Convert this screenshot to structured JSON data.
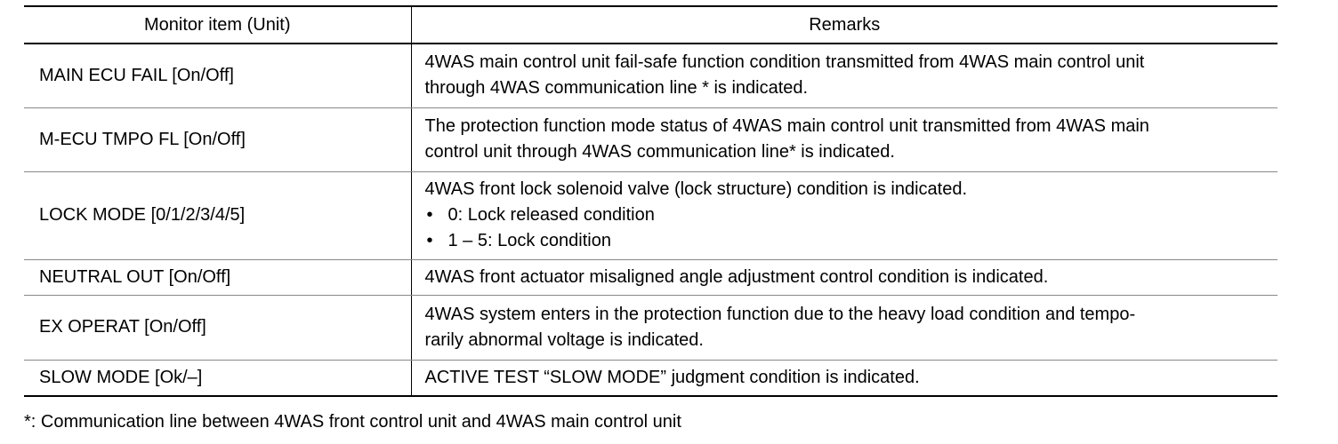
{
  "table": {
    "headers": {
      "item": "Monitor item (Unit)",
      "remarks": "Remarks"
    },
    "rows": [
      {
        "item": "MAIN ECU FAIL [On/Off]",
        "remarks_lines": [
          "4WAS main control unit fail-safe function condition transmitted from 4WAS main control unit",
          "through 4WAS communication line * is indicated."
        ]
      },
      {
        "item": "M-ECU TMPO FL [On/Off]",
        "remarks_lines": [
          "The protection function mode status of 4WAS main control unit transmitted from 4WAS main",
          "control unit through 4WAS communication line* is indicated."
        ]
      },
      {
        "item": "LOCK MODE [0/1/2/3/4/5]",
        "remarks_lines": [
          "4WAS front lock solenoid valve (lock structure) condition is indicated."
        ],
        "bullets": [
          "0: Lock released condition",
          "1 – 5: Lock condition"
        ],
        "bullet_symbol": "•"
      },
      {
        "item": "NEUTRAL OUT [On/Off]",
        "remarks_lines": [
          "4WAS front actuator misaligned angle adjustment control condition is indicated."
        ]
      },
      {
        "item": "EX OPERAT [On/Off]",
        "remarks_lines": [
          "4WAS system enters in the protection function due to the heavy load condition and tempo-",
          "rarily abnormal voltage is indicated."
        ]
      },
      {
        "item": "SLOW MODE [Ok/–]",
        "remarks_lines": [
          "ACTIVE TEST “SLOW MODE” judgment condition is indicated."
        ]
      }
    ]
  },
  "footnote": "*: Communication line between 4WAS front control unit and 4WAS main control unit"
}
